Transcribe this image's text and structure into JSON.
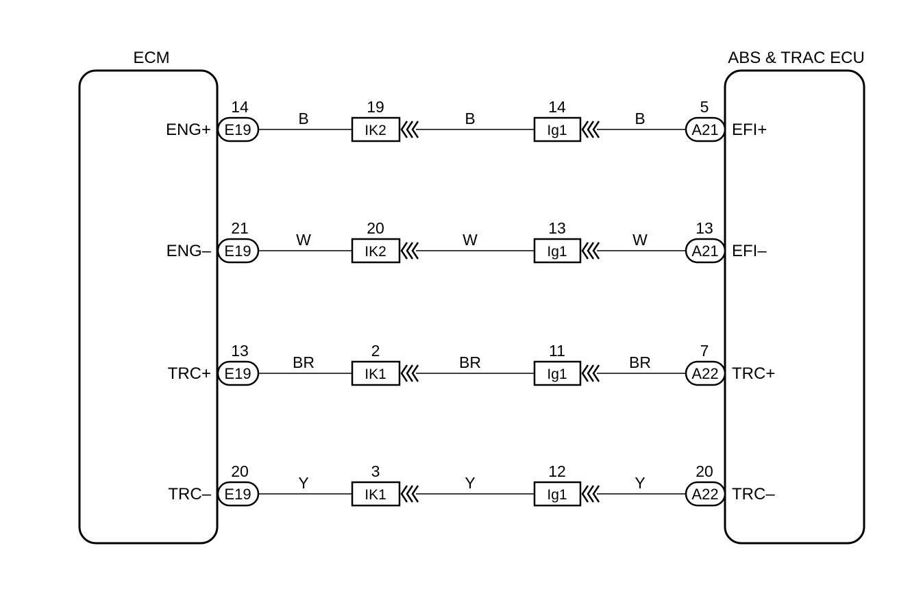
{
  "ecm": {
    "title": "ECM"
  },
  "abs_ecu": {
    "title": "ABS & TRAC ECU"
  },
  "rows": [
    {
      "ecm_terminal": "ENG+",
      "ecm_connector": "E19",
      "ecm_pin": "14",
      "wire_1": "B",
      "junction_1": "IK2",
      "junction_1_pin": "19",
      "wire_2": "B",
      "junction_2": "Ig1",
      "junction_2_pin": "14",
      "wire_3": "B",
      "abs_connector": "A21",
      "abs_pin": "5",
      "abs_terminal": "EFI+"
    },
    {
      "ecm_terminal": "ENG–",
      "ecm_connector": "E19",
      "ecm_pin": "21",
      "wire_1": "W",
      "junction_1": "IK2",
      "junction_1_pin": "20",
      "wire_2": "W",
      "junction_2": "Ig1",
      "junction_2_pin": "13",
      "wire_3": "W",
      "abs_connector": "A21",
      "abs_pin": "13",
      "abs_terminal": "EFI–"
    },
    {
      "ecm_terminal": "TRC+",
      "ecm_connector": "E19",
      "ecm_pin": "13",
      "wire_1": "BR",
      "junction_1": "IK1",
      "junction_1_pin": "2",
      "wire_2": "BR",
      "junction_2": "Ig1",
      "junction_2_pin": "11",
      "wire_3": "BR",
      "abs_connector": "A22",
      "abs_pin": "7",
      "abs_terminal": "TRC+"
    },
    {
      "ecm_terminal": "TRC–",
      "ecm_connector": "E19",
      "ecm_pin": "20",
      "wire_1": "Y",
      "junction_1": "IK1",
      "junction_1_pin": "3",
      "wire_2": "Y",
      "junction_2": "Ig1",
      "junction_2_pin": "12",
      "wire_3": "Y",
      "abs_connector": "A22",
      "abs_pin": "20",
      "abs_terminal": "TRC–"
    }
  ]
}
